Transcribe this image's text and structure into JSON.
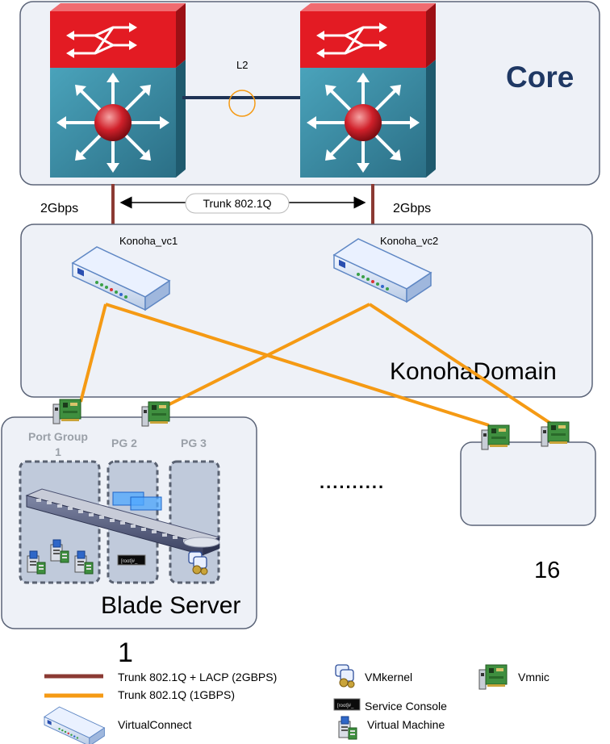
{
  "core": {
    "title": "Core",
    "link_label": "L2"
  },
  "uplinks": {
    "left_speed": "2Gbps",
    "right_speed": "2Gbps",
    "trunk_label": "Trunk 802.1Q"
  },
  "domain": {
    "title": "KonohaDomain",
    "vc1_label": "Konoha_vc1",
    "vc2_label": "Konoha_vc2"
  },
  "blade": {
    "title": "Blade Server",
    "port_groups": [
      "Port Group 1",
      "PG 2",
      "PG 3"
    ],
    "console_text": "[root]#_"
  },
  "ellipsis": "..........",
  "count_left": "1",
  "count_right": "16",
  "legend": {
    "lacp_trunk": "Trunk 802.1Q + LACP (2GBPS)",
    "trunk": "Trunk 802.1Q (1GBPS)",
    "virtualconnect": "VirtualConnect",
    "vmkernel": "VMkernel",
    "service_console": "Service Console",
    "virtual_machine": "Virtual Machine",
    "vmnic": "Vmnic"
  },
  "colors": {
    "lacp_line": "#8b3a33",
    "trunk_line": "#f59a14",
    "core_title": "#1f3864",
    "switch_top": "#e31b23",
    "switch_body": "#3a8fa6",
    "panel_fill": "#eef1f7",
    "panel_stroke": "#5b6478"
  }
}
